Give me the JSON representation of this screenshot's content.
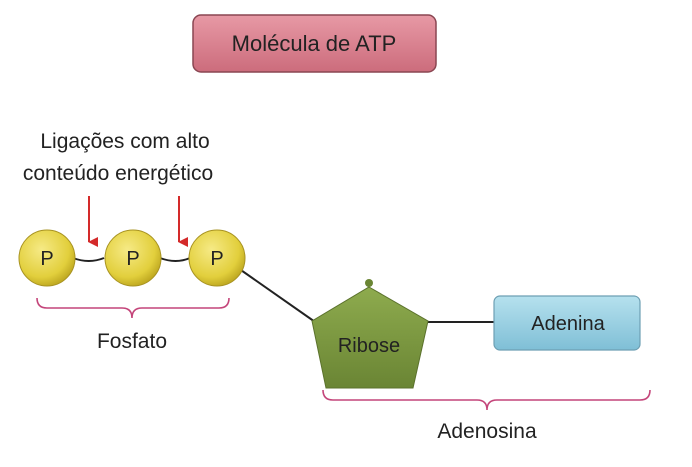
{
  "title": "Molécula de ATP",
  "bond_label_line1": "Ligações com alto",
  "bond_label_line2": "conteúdo energético",
  "phosphates": [
    "P",
    "P",
    "P"
  ],
  "phosphate_group_label": "Fosfato",
  "ribose_label": "Ribose",
  "adenine_label": "Adenina",
  "adenosine_group_label": "Adenosina",
  "colors": {
    "title_box": "#d9808f",
    "phosphate": "#e2cf3c",
    "ribose": "#7d9a40",
    "adenine": "#93cde0",
    "arrows": "#d42a2a",
    "braces": "#c4457a"
  }
}
